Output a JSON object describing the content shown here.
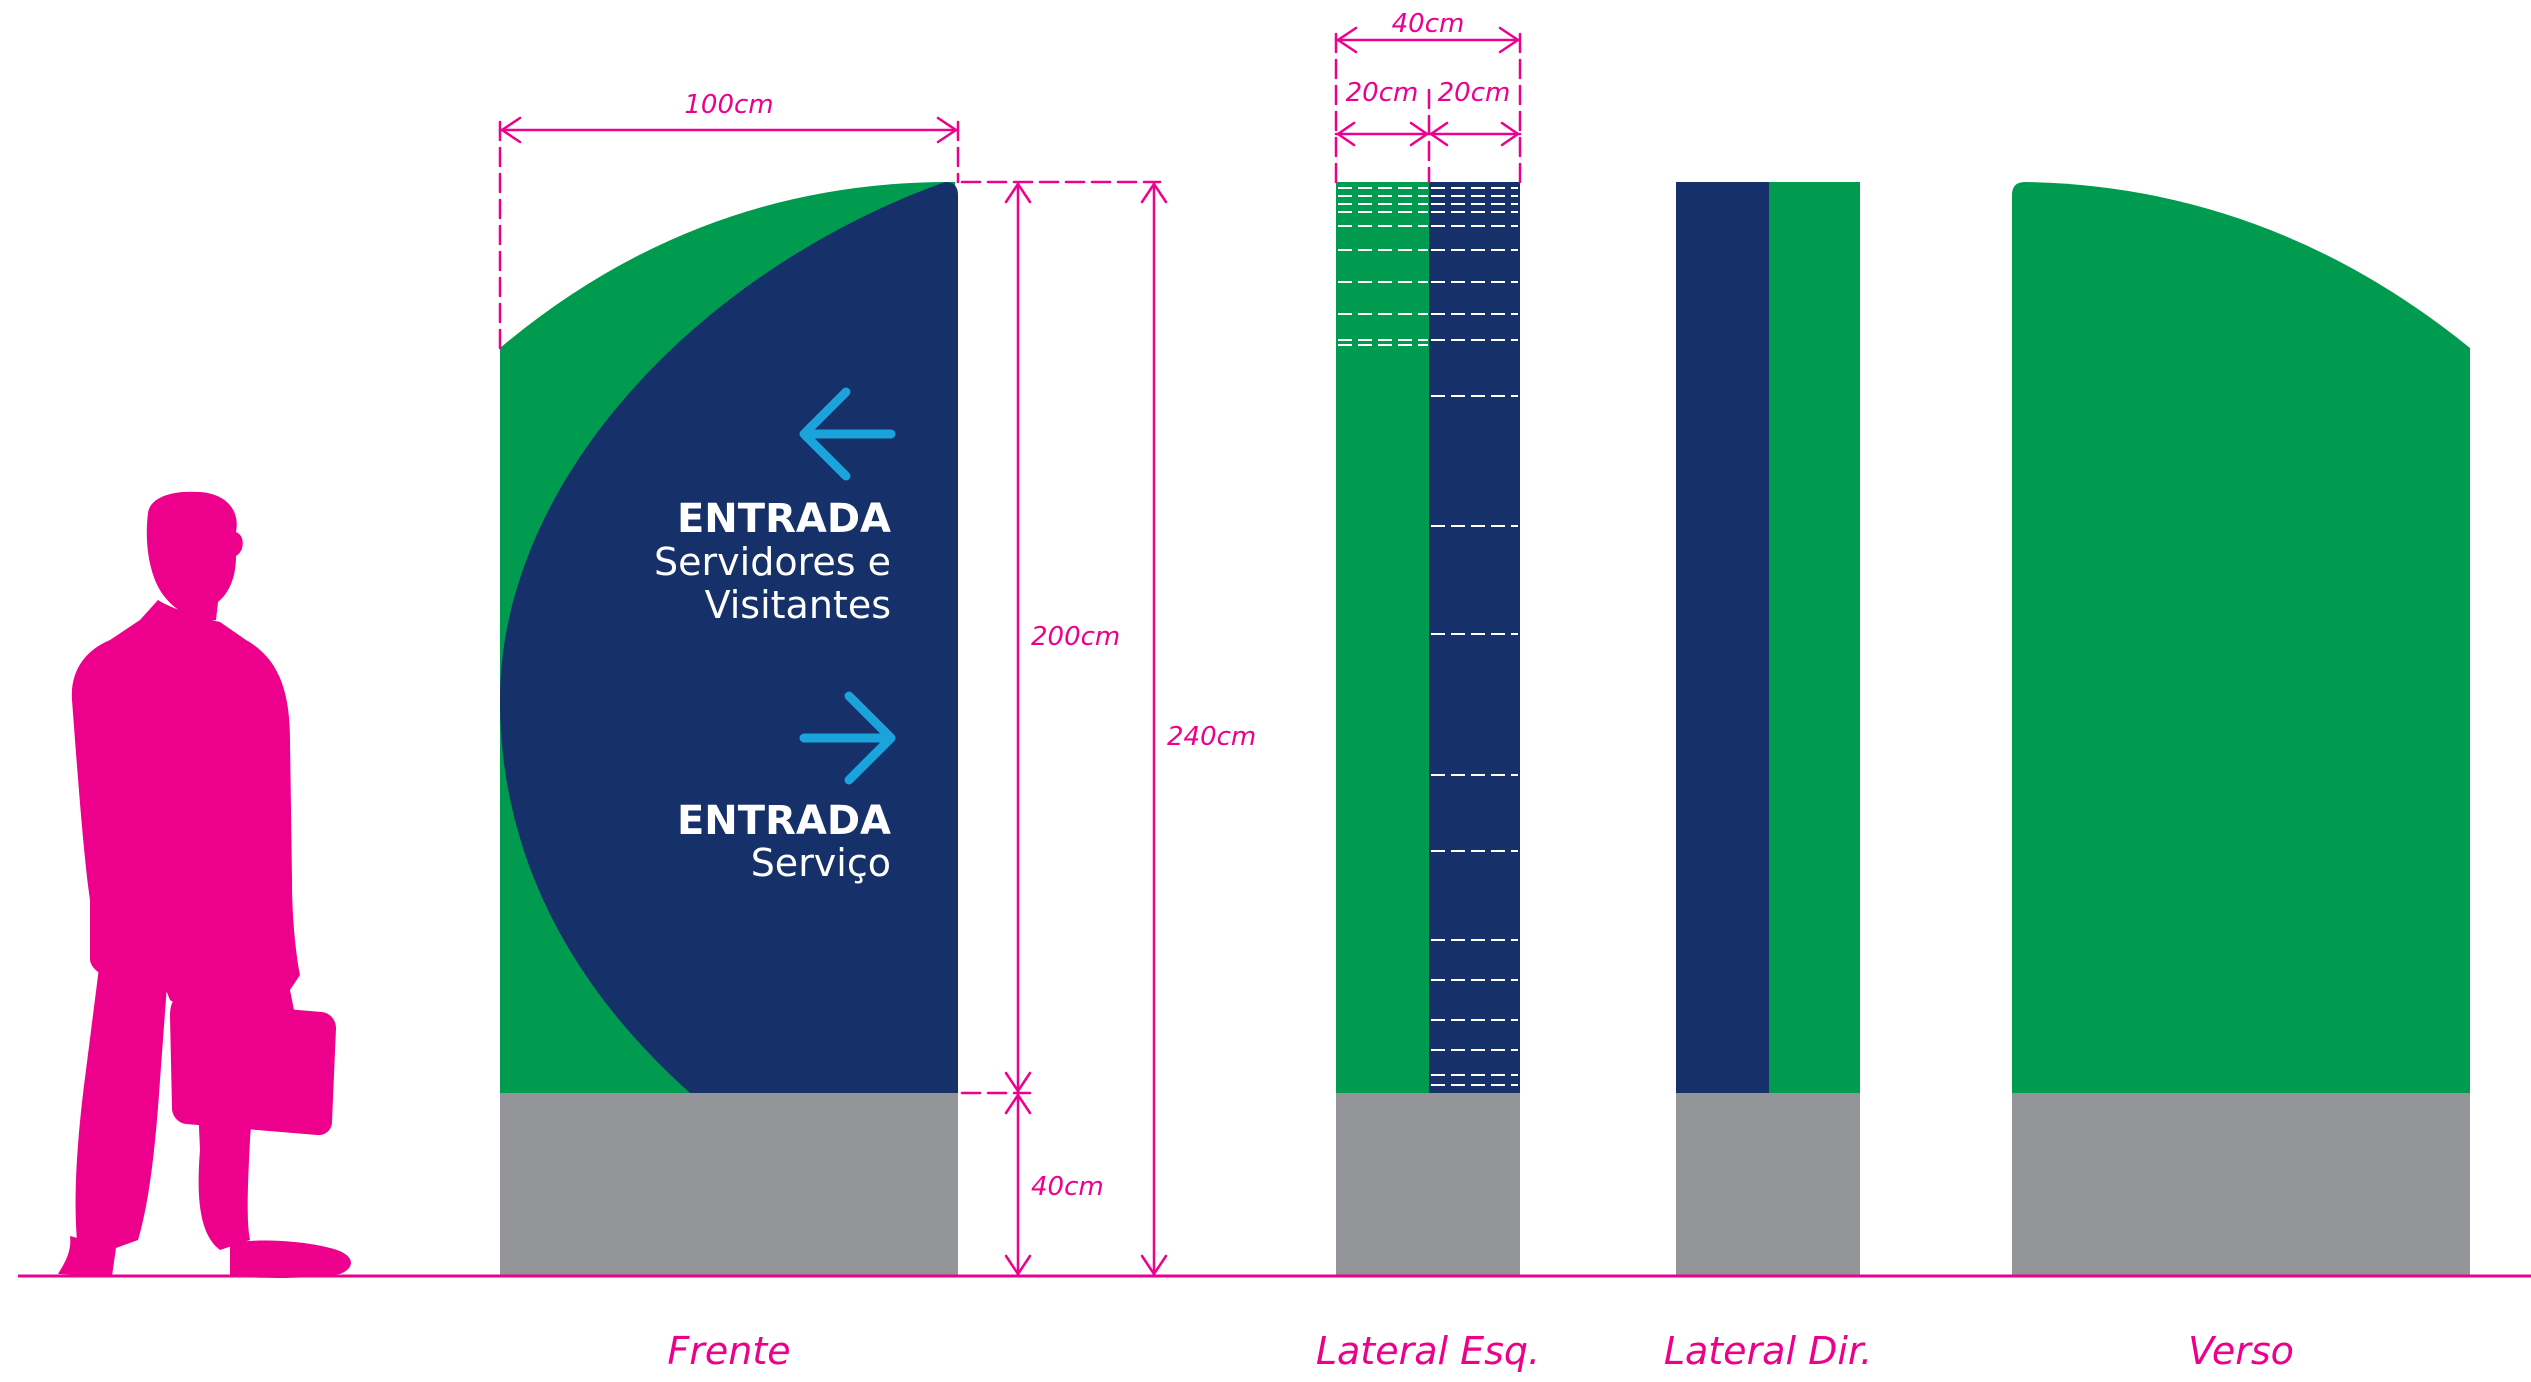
{
  "colors": {
    "green": "#009b4e",
    "navy": "#16306a",
    "gray": "#939598",
    "magenta": "#ec008c",
    "arrow": "#1ba3dc",
    "white": "#ffffff"
  },
  "dimensions": {
    "total_width": "40cm",
    "half_left": "20cm",
    "half_right": "20cm",
    "front_width": "100cm",
    "panel_height": "200cm",
    "total_height": "240cm",
    "base_height": "40cm"
  },
  "sign": {
    "entry1_title": "ENTRADA",
    "entry1_line1": "Servidores e",
    "entry1_line2": "Visitantes",
    "entry1_arrow": "arrow-left-icon",
    "entry2_title": "ENTRADA",
    "entry2_line1": "Serviço",
    "entry2_arrow": "arrow-right-icon"
  },
  "views": {
    "front": "Frente",
    "left_side": "Lateral Esq.",
    "right_side": "Lateral Dir.",
    "back": "Verso"
  },
  "figure": "person-silhouette-icon"
}
